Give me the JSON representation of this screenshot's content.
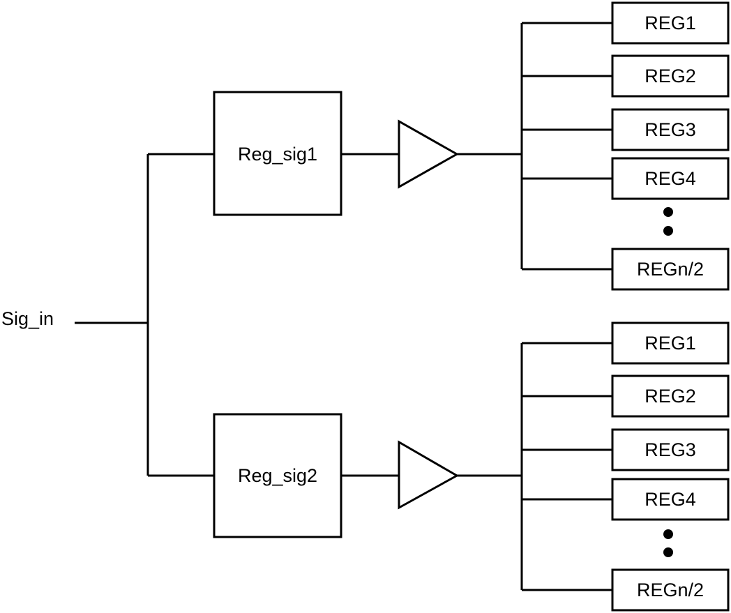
{
  "input": {
    "label": "Sig_in"
  },
  "branches": [
    {
      "block_label": "Reg_sig1",
      "registers": [
        "REG1",
        "REG2",
        "REG3",
        "REG4",
        "REGn/2"
      ]
    },
    {
      "block_label": "Reg_sig2",
      "registers": [
        "REG1",
        "REG2",
        "REG3",
        "REG4",
        "REGn/2"
      ]
    }
  ]
}
